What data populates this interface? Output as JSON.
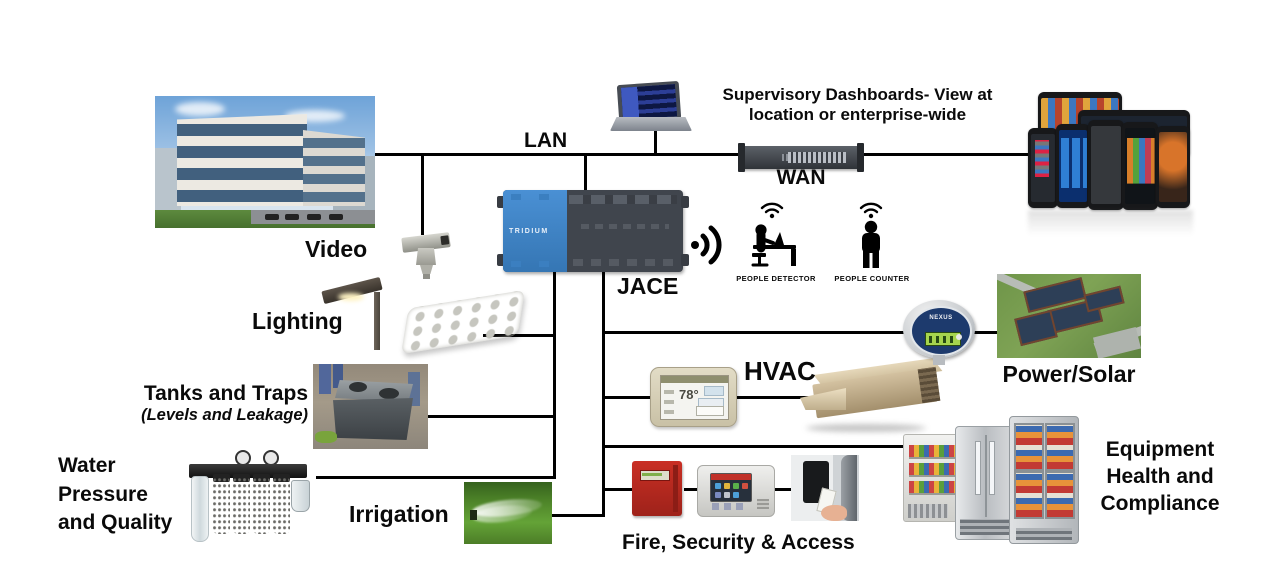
{
  "network": {
    "lan_label": "LAN",
    "wan_label": "WAN",
    "supervisory_line1": "Supervisory Dashboards- View at",
    "supervisory_line2": "location or enterprise-wide"
  },
  "controller": {
    "label": "JACE",
    "brand": "TRIDIUM"
  },
  "sensors": {
    "people_detector_label": "PEOPLE DETECTOR",
    "people_counter_label": "PEOPLE COUNTER"
  },
  "systems": {
    "video_label": "Video",
    "lighting_label": "Lighting",
    "tanks_label": "Tanks and Traps",
    "tanks_sublabel": "(Levels and Leakage)",
    "water_line1": "Water",
    "water_line2": "Pressure",
    "water_line3": "and Quality",
    "irrigation_label": "Irrigation",
    "fire_label": "Fire, Security & Access",
    "hvac_label": "HVAC",
    "power_label": "Power/Solar",
    "equipment_line1": "Equipment",
    "equipment_line2": "Health and",
    "equipment_line3": "Compliance"
  },
  "devices": {
    "thermostat_temp": "78°",
    "power_meter_brand": "NEXUS"
  },
  "colors": {
    "connector_line": "#000000",
    "jace_blue": "#3d85c8",
    "jace_dark": "#40454d",
    "fire_panel_red": "#b5271e"
  }
}
